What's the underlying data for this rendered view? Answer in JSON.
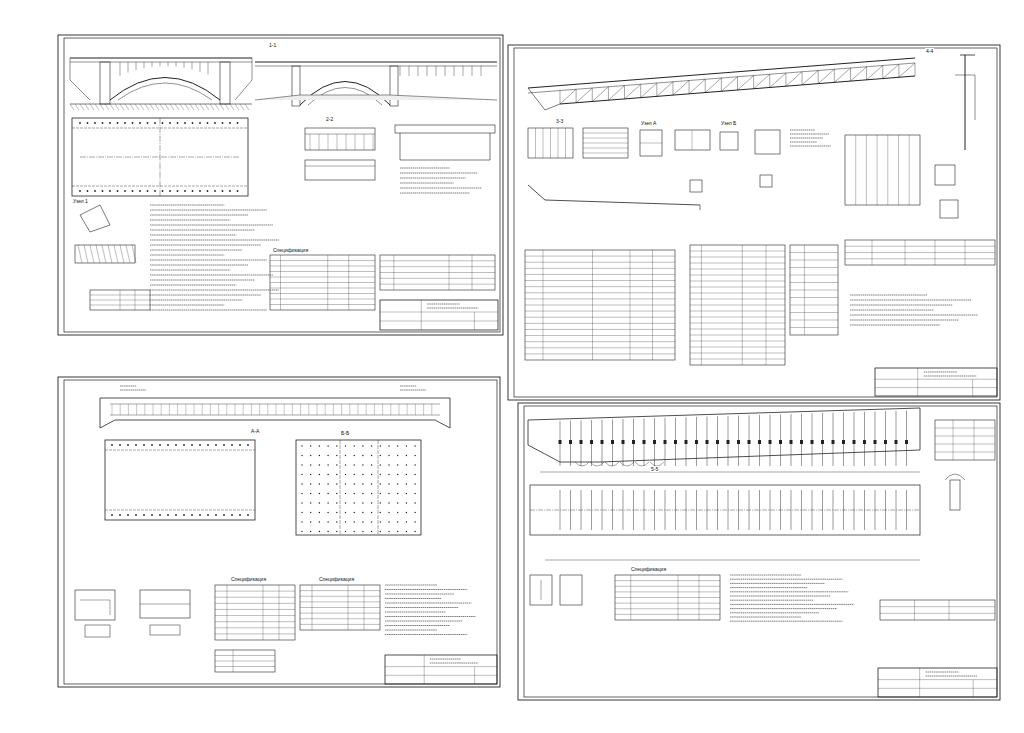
{
  "diagram": {
    "labels": [
      "1-1",
      "2-2",
      "Узел 1",
      "Спецификация",
      "3-3",
      "Узел А",
      "Узел Б",
      "4-4",
      "Спецификация",
      "А-А",
      "Б-Б",
      "Спецификация",
      "5-5",
      "Спецификация"
    ]
  }
}
